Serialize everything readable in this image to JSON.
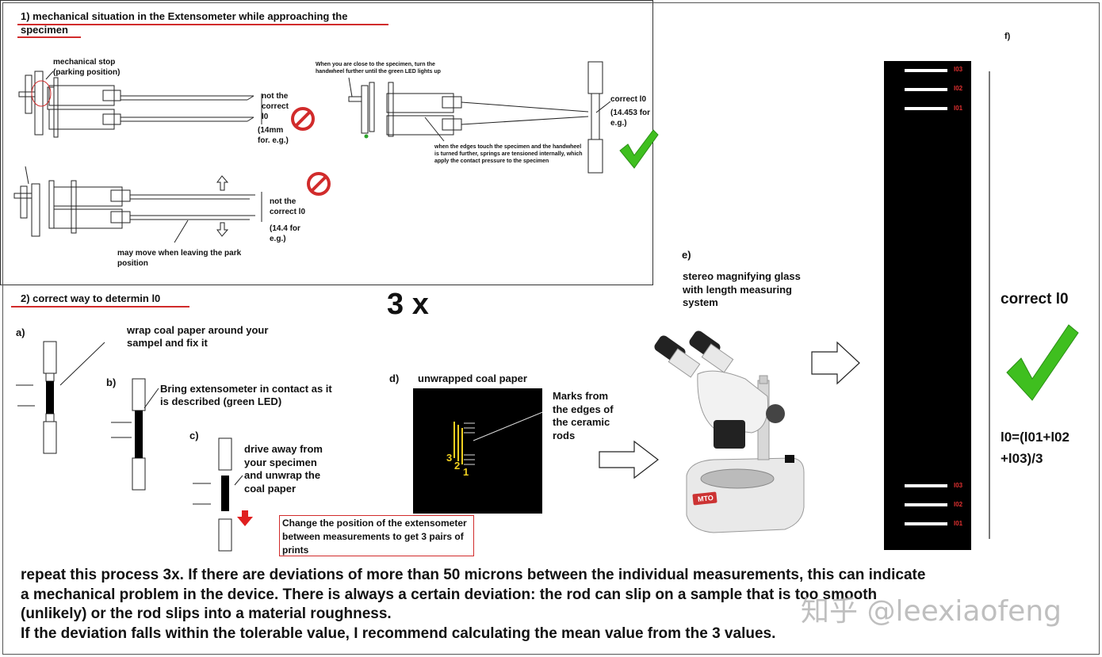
{
  "section1": {
    "title_line1": "1) mechanical situation in the Extensometer while approaching the",
    "title_line2": "specimen",
    "stop_label_1": "mechanical stop",
    "stop_label_2": "(parking position)",
    "wrong1_l1": "not the",
    "wrong1_l2": "correct",
    "wrong1_l3": "l0",
    "wrong1_l4": "(14mm",
    "wrong1_l5": "for. e.g.)",
    "wrong2_l1": "not the",
    "wrong2_l2": "correct l0",
    "wrong2_l3": "(14.4 for",
    "wrong2_l4": "e.g.)",
    "park_l1": "may move when leaving the park",
    "park_l2": "position",
    "close_note": "When you are close to the specimen, turn the handwheel further until the green LED lights up",
    "edges_note": "when the  edges  touch the specimen and the handwheel is turned further, springs are tensioned internally, which apply the contact pressure to the specimen",
    "correct_l1": "correct l0",
    "correct_l2": "(14.453 for",
    "correct_l3": "e.g.)"
  },
  "section2": {
    "title": "2) correct way to determin l0",
    "three_x": "3 x",
    "a_label": "a)",
    "a_l1": "wrap coal paper around your",
    "a_l2": "sampel and fix it",
    "b_label": "b)",
    "b_l1": "Bring extensometer in contact as it",
    "b_l2": "is described (green LED)",
    "c_label": "c)",
    "c_l1": "drive away from",
    "c_l2": "your specimen",
    "c_l3": "and unwrap the",
    "c_l4": "coal paper",
    "change_note": "Change the position of the extensometer between measurements to get 3 pairs of prints",
    "d_label": "d)",
    "d_title": "unwrapped coal paper",
    "marks_l1": "Marks from",
    "marks_l2": "the edges of",
    "marks_l3": "the ceramic",
    "marks_l4": "rods",
    "n3": "3",
    "n2": "2",
    "n1": "1",
    "e_label": "e)",
    "e_l1": "stereo magnifying glass",
    "e_l2": "with length measuring",
    "e_l3": "system",
    "f_label": "f)",
    "correct_big": "correct l0",
    "formula_l1": "l0=(l01+l02",
    "formula_l2": "+l03)/3",
    "scale_top": [
      "l03",
      "l02",
      "l01"
    ],
    "scale_bottom": [
      "l03",
      "l02",
      "l01"
    ],
    "mto": "MTO"
  },
  "footer": {
    "l1": "repeat this process 3x. If there are deviations of more than 50 microns between the individual measurements, this can indicate",
    "l2": "a mechanical problem in the device. There is always a certain deviation: the rod can slip on a sample that is too smooth",
    "l3": "(unlikely) or the rod slips into a material roughness.",
    "l4": "If the deviation falls within the tolerable value, I recommend calculating the mean value from the 3 values."
  },
  "watermark": "知乎 @leexiaofeng",
  "colors": {
    "red": "#d12b2b",
    "green": "#3fbf1f",
    "black": "#000000"
  }
}
